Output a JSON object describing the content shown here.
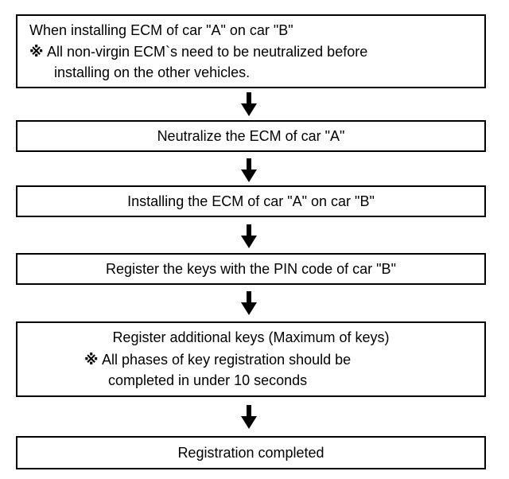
{
  "steps": {
    "step1": {
      "line1": "When installing ECM of car \"A\" on car \"B\"",
      "note_mark": "※",
      "line2": "All non-virgin ECM`s need to be neutralized before",
      "line3": "installing on the other vehicles."
    },
    "step2": {
      "label": "Neutralize the ECM of car \"A\""
    },
    "step3": {
      "label": "Installing the ECM of car \"A\" on car \"B\""
    },
    "step4": {
      "label": "Register the keys with the PIN code of car \"B\""
    },
    "step5": {
      "line1": "Register additional keys (Maximum of keys)",
      "note_mark": "※",
      "line2": "All phases of key registration should be",
      "line3": "completed in under 10 seconds"
    },
    "step6": {
      "label": "Registration completed"
    }
  },
  "arrow_icon": "arrow-down-icon"
}
